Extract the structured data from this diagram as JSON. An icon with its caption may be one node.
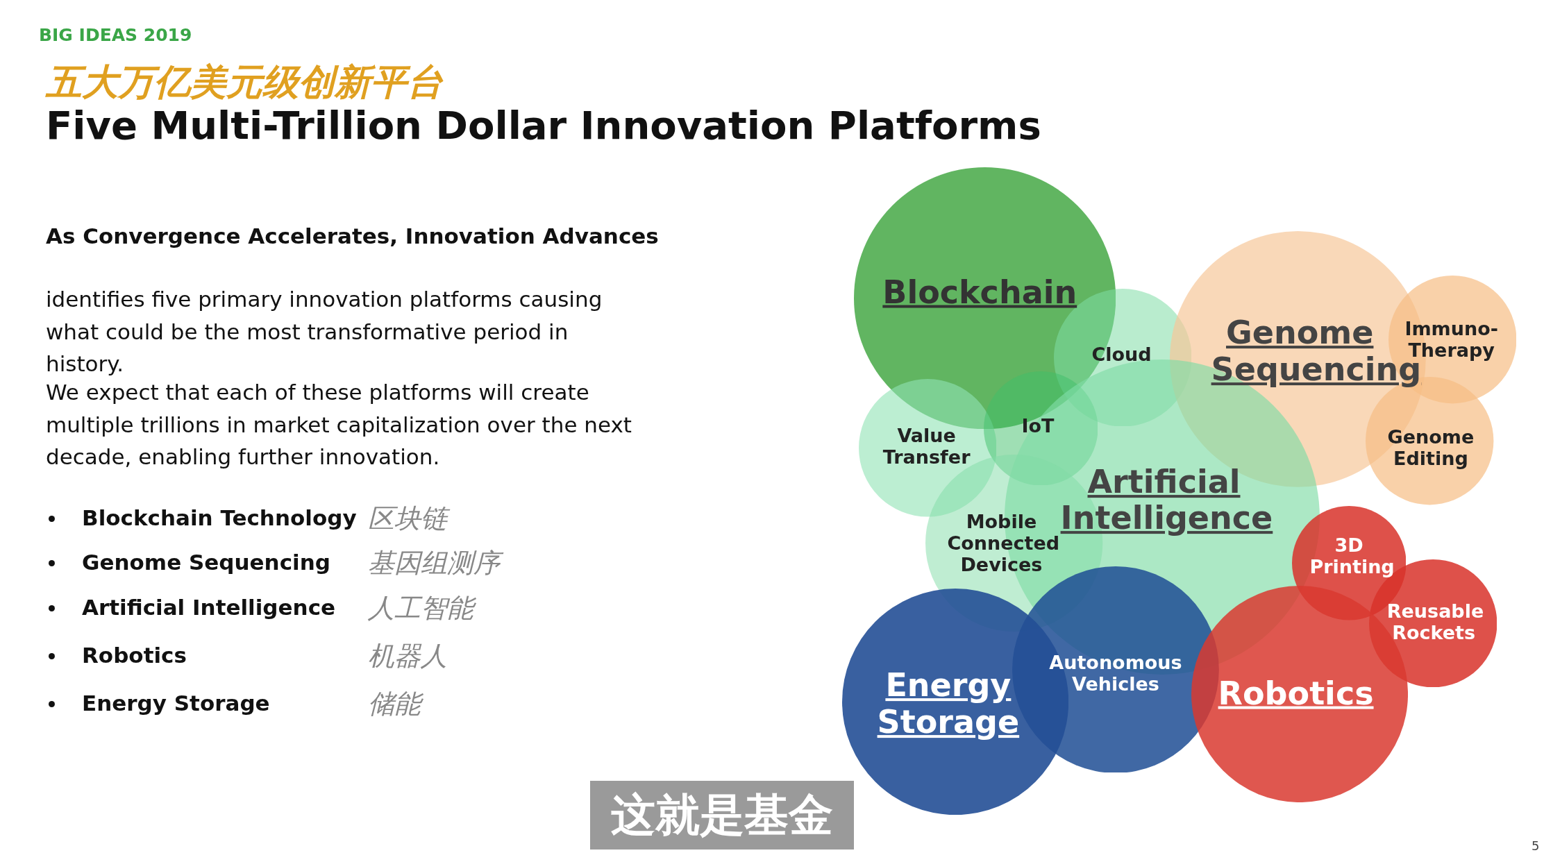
{
  "diagram": {
    "title": "Five Multi-Trillion Dollar Innovation Platforms",
    "nodes": [
      {
        "text": [
          "Blockchain"
        ]
      },
      {
        "text": [
          "Cloud"
        ]
      },
      {
        "text": [
          "Genome Sequencing"
        ]
      },
      {
        "text": [
          "Immuno-Therapy"
        ]
      },
      {
        "text": [
          "Value Transfer"
        ]
      },
      {
        "text": [
          "IoT"
        ]
      },
      {
        "text": [
          "Genome Editing"
        ]
      },
      {
        "text": [
          "Artificial Intelligence"
        ]
      },
      {
        "text": [
          "Mobile Connected Devices"
        ]
      },
      {
        "text": [
          "3D Printing"
        ]
      },
      {
        "text": [
          "Reusable Rockets"
        ]
      },
      {
        "text": [
          "Autonomous Vehicles"
        ]
      },
      {
        "text": [
          "Energy Storage"
        ]
      },
      {
        "text": [
          "Robotics"
        ]
      }
    ],
    "edges": [],
    "labels": [
      "BIG IDEAS 2019",
      "五大万亿美元级创新平台",
      "As Convergence Accelerates, Innovation Advances",
      "identifies five primary innovation platforms causing what could be the most transformative period in history.",
      "We expect that each of these platforms will create multiple trillions in market capitalization over the next decade, enabling further innovation.",
      "Blockchain Technology",
      "区块链",
      "Genome Sequencing",
      "基因组测序",
      "Artificial Intelligence",
      "人工智能",
      "Robotics",
      "机器人",
      "Energy Storage",
      "储能",
      "这就是基金",
      "5"
    ]
  }
}
